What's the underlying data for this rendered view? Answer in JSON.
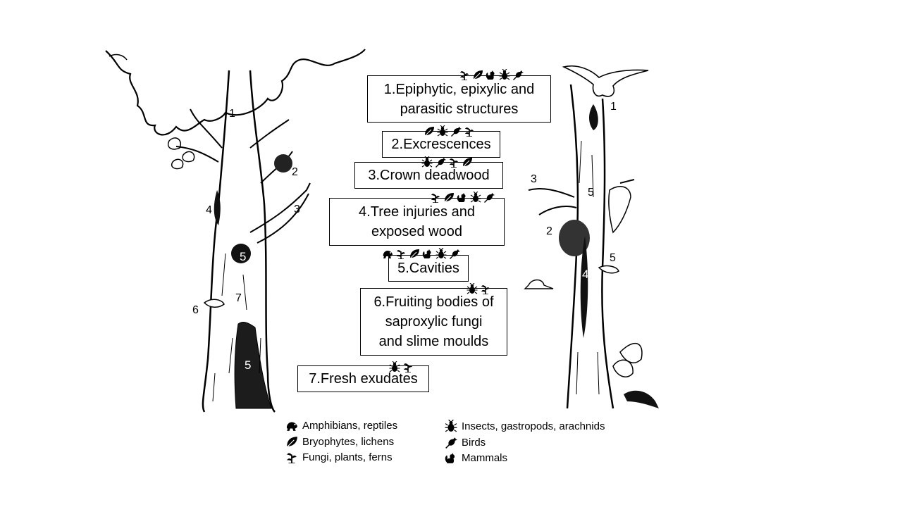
{
  "boxes": {
    "b1": "1.Epiphytic, epixylic and\nparasitic structures",
    "b2": "2.Excrescences",
    "b3": "3.Crown deadwood",
    "b4": "4.Tree injuries and\nexposed wood",
    "b5": "5.Cavities",
    "b6": "6.Fruiting bodies of\nsaproxylic fungi\nand slime moulds",
    "b7": "7.Fresh exudates"
  },
  "box_icons": {
    "b1": [
      "fungi-plant-icon",
      "leaf-icon",
      "mammal-icon",
      "insect-icon",
      "bird-icon"
    ],
    "b2": [
      "leaf-icon",
      "insect-icon",
      "bird-icon",
      "fungi-plant-icon"
    ],
    "b3": [
      "insect-icon",
      "bird-icon",
      "fungi-plant-icon",
      "leaf-icon"
    ],
    "b4": [
      "fungi-plant-icon",
      "leaf-icon",
      "mammal-icon",
      "insect-icon",
      "bird-icon"
    ],
    "b5": [
      "amphibian-icon",
      "fungi-plant-icon",
      "leaf-icon",
      "mammal-icon",
      "insect-icon",
      "bird-icon"
    ],
    "b6": [
      "insect-icon",
      "fungi-plant-icon"
    ],
    "b7": [
      "insect-icon",
      "fungi-plant-icon"
    ]
  },
  "left_tree_labels": {
    "l1": "1",
    "l2": "2",
    "l3": "3",
    "l4": "4",
    "l5a": "5",
    "l5b": "5",
    "l6": "6",
    "l7": "7"
  },
  "right_tree_labels": {
    "r1": "1",
    "r2": "2",
    "r3": "3",
    "r4": "4",
    "r5a": "5",
    "r5b": "5"
  },
  "legend": {
    "amphibians": "Amphibians, reptiles",
    "bryophytes": "Bryophytes, lichens",
    "fungi": "Fungi, plants, ferns",
    "insects": "Insects, gastropods, arachnids",
    "birds": "Birds",
    "mammals": "Mammals"
  }
}
